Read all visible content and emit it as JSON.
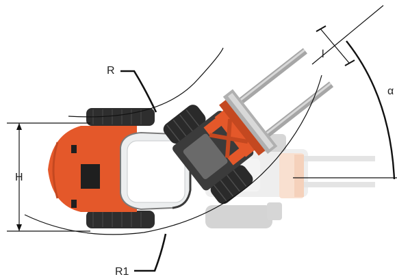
{
  "diagram": {
    "labels": {
      "R": "R",
      "R1": "R1",
      "H": "H",
      "l": "l",
      "alpha": "α"
    },
    "colors": {
      "machine_orange": "#e4582a",
      "machine_orange_dark": "#c44820",
      "ghost_orange": "#f3b690",
      "tire_dark": "#2a2a2a",
      "tire_grey": "#555555",
      "fork_grey": "#a6a6a6",
      "fork_light": "#d8d8d8",
      "cab_glass": "#e9ecee",
      "line_black": "#111111"
    }
  }
}
